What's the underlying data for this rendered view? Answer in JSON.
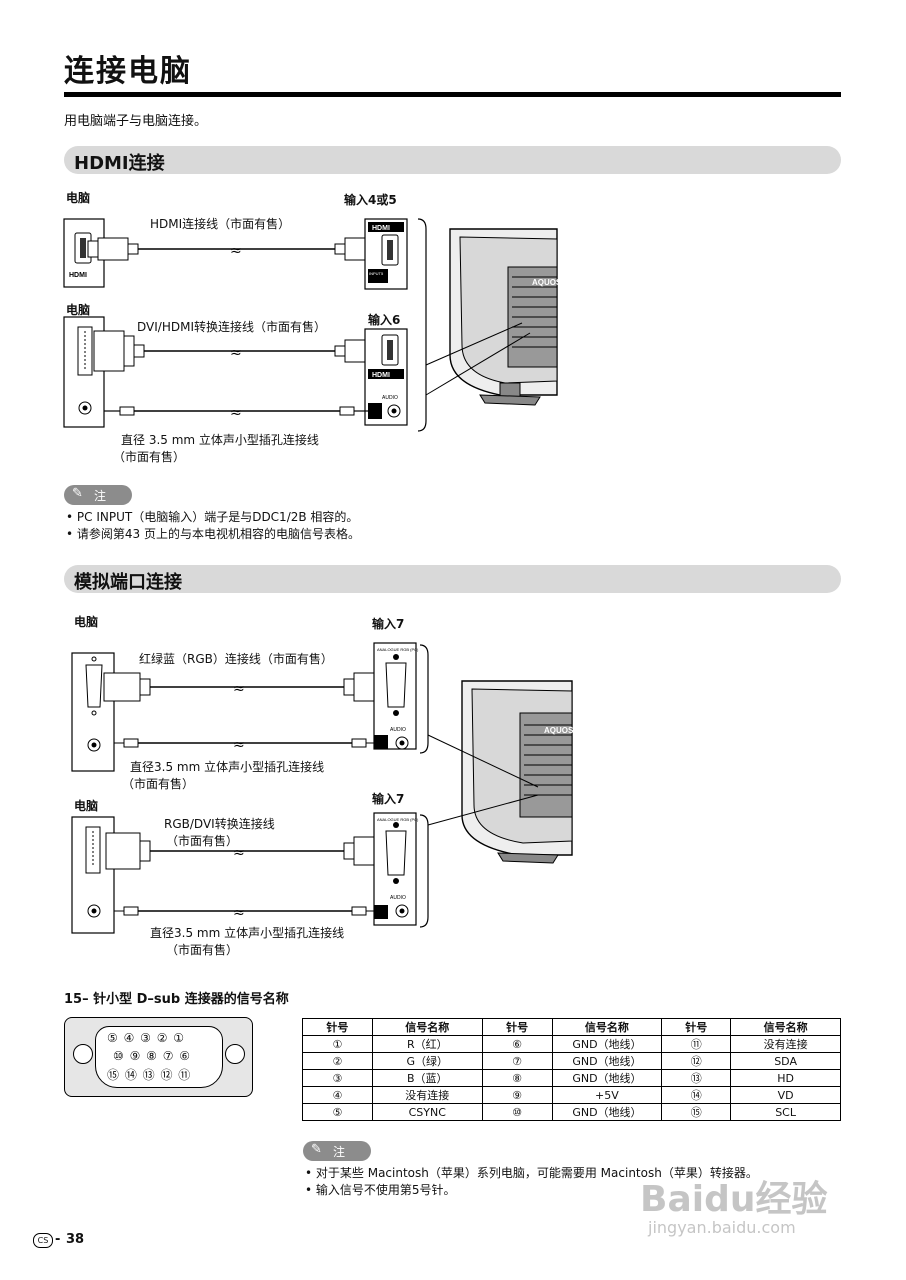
{
  "page": {
    "title": "连接电脑",
    "intro": "用电脑端子与电脑连接。",
    "page_prefix": "CS",
    "page_number": "38"
  },
  "hdmi": {
    "heading": "HDMI连接",
    "pc1": "电脑",
    "input45": "输入4或5",
    "cable1": "HDMI连接线（市面有售）",
    "pc2": "电脑",
    "input6": "输入6",
    "cable2": "DVI/HDMI转换连接线（市面有售）",
    "audio_line1": "直径 3.5 mm 立体声小型插孔连接线",
    "audio_line2": "（市面有售）",
    "note_label": "注",
    "notes": [
      "PC INPUT（电脑输入）端子是与DDC1/2B 相容的。",
      "请参阅第43 页上的与本电视机相容的电脑信号表格。"
    ]
  },
  "analog": {
    "heading": "模拟端口连接",
    "pc1": "电脑",
    "input7a": "输入7",
    "cable_rgb": "红绿蓝（RGB）连接线（市面有售）",
    "audio1_line1": "直径3.5 mm 立体声小型插孔连接线",
    "audio1_line2": "（市面有售）",
    "pc2": "电脑",
    "input7b": "输入7",
    "cable_dvi1": "RGB/DVI转换连接线",
    "cable_dvi2": "（市面有售）",
    "audio2_line1": "直径3.5 mm 立体声小型插孔连接线",
    "audio2_line2": "（市面有售）"
  },
  "dsub": {
    "heading": "15– 针小型 D–sub 连接器的信号名称",
    "row1": "⑤ ④ ③ ② ①",
    "row2": "⑩ ⑨ ⑧ ⑦ ⑥",
    "row3": "⑮ ⑭ ⑬ ⑫ ⑪",
    "headers": [
      "针号",
      "信号名称",
      "针号",
      "信号名称",
      "针号",
      "信号名称"
    ],
    "rows": [
      [
        "①",
        "R（红）",
        "⑥",
        "GND（地线）",
        "⑪",
        "没有连接"
      ],
      [
        "②",
        "G（绿）",
        "⑦",
        "GND（地线）",
        "⑫",
        "SDA"
      ],
      [
        "③",
        "B（蓝）",
        "⑧",
        "GND（地线）",
        "⑬",
        "HD"
      ],
      [
        "④",
        "没有连接",
        "⑨",
        "+5V",
        "⑭",
        "VD"
      ],
      [
        "⑤",
        "CSYNC",
        "⑩",
        "GND（地线）",
        "⑮",
        "SCL"
      ]
    ],
    "note_label": "注",
    "notes": [
      "对于某些 Macintosh（苹果）系列电脑，可能需要用 Macintosh（苹果）转接器。",
      "输入信号不使用第5号针。"
    ]
  },
  "port_labels": {
    "hdmi": "HDMI",
    "input": "INPUT5",
    "audio": "AUDIO",
    "analogue": "ANALOGUE RGB (PC)",
    "brand": "AQUOS"
  },
  "watermark": {
    "brand": "Baidu经验",
    "url": "jingyan.baidu.com"
  }
}
